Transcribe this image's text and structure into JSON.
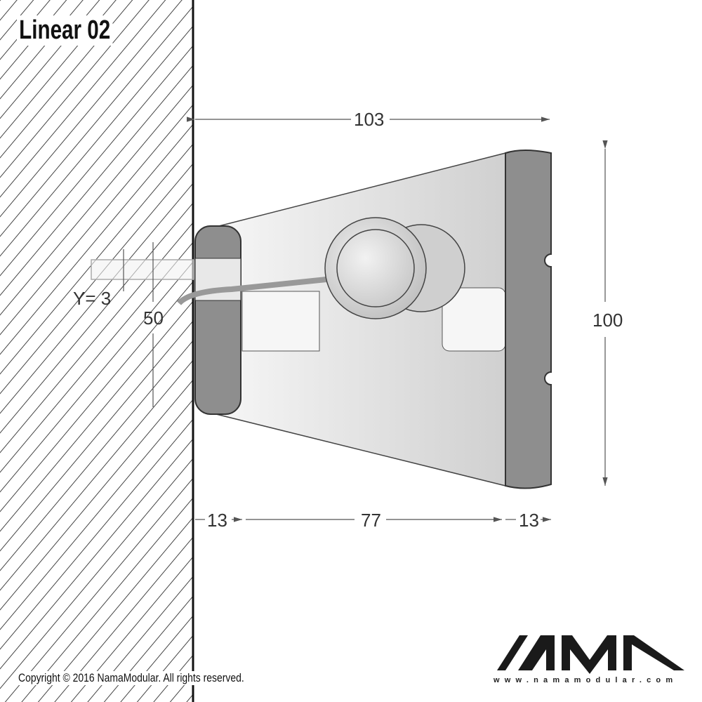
{
  "title": "Linear 02",
  "dimensions": {
    "overall_depth": "103",
    "overall_height": "100",
    "left_cap": "13",
    "body": "77",
    "right_cap": "13",
    "anchor_spacing": "50",
    "offset": "Y= 3"
  },
  "footer": {
    "copyright": "Copyright © 2016 NamaModular. All rights reserved.",
    "logo_text": "NAMA",
    "url": "www.namamodular.com"
  },
  "colors": {
    "line": "#333333",
    "cap": "#8e8e8e",
    "body": "#e6e6e6"
  }
}
